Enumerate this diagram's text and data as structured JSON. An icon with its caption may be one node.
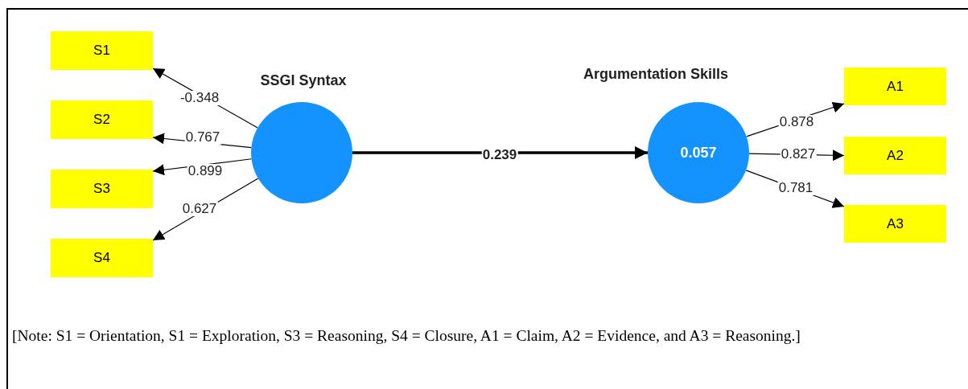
{
  "diagram": {
    "caption": "[Note: S1 = Orientation, S1 = Exploration, S3 = Reasoning, S4 = Closure, A1 = Claim, A2 = Evidence, and A3 = Reasoning.]",
    "nodes": [
      {
        "text": [
          "S1"
        ]
      },
      {
        "text": [
          "S2"
        ]
      },
      {
        "text": [
          "S3"
        ]
      },
      {
        "text": [
          "S4"
        ]
      },
      {
        "text": [
          "SSGI Syntax"
        ]
      },
      {
        "text": [
          "Argumentation Skills",
          "0.057"
        ]
      },
      {
        "text": [
          "A1"
        ]
      },
      {
        "text": [
          "A2"
        ]
      },
      {
        "text": [
          "A3"
        ]
      }
    ],
    "edges": [
      {
        "from": 4,
        "to": 0,
        "arrow": "to",
        "label": "-0.348"
      },
      {
        "from": 4,
        "to": 1,
        "arrow": "to",
        "label": "0.767"
      },
      {
        "from": 4,
        "to": 2,
        "arrow": "to",
        "label": "0.899"
      },
      {
        "from": 4,
        "to": 3,
        "arrow": "to",
        "label": "0.627"
      },
      {
        "from": 4,
        "to": 5,
        "arrow": "to",
        "label": "0.239",
        "style": "thick"
      },
      {
        "from": 5,
        "to": 6,
        "arrow": "to",
        "label": "0.878"
      },
      {
        "from": 5,
        "to": 7,
        "arrow": "to",
        "label": "0.827"
      },
      {
        "from": 5,
        "to": 8,
        "arrow": "to",
        "label": "0.781"
      }
    ]
  }
}
